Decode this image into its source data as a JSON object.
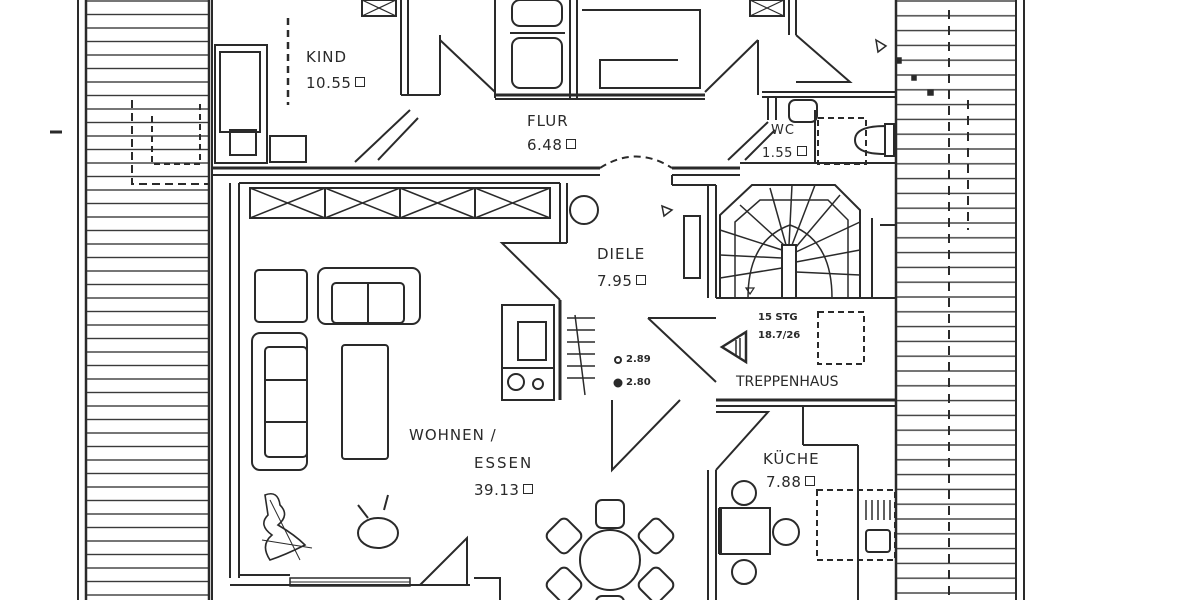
{
  "plan": {
    "type": "floor-plan",
    "language": "de",
    "line_color": "#2a2a2a",
    "background": "#ffffff"
  },
  "rooms": {
    "kind": {
      "name": "KIND",
      "area": "10.55"
    },
    "flur": {
      "name": "FLUR",
      "area": "6.48"
    },
    "wc": {
      "name": "WC",
      "area": "1.55"
    },
    "diele": {
      "name": "DIELE",
      "area": "7.95"
    },
    "wohnen": {
      "name_line1": "WOHNEN /",
      "name_line2": "ESSEN",
      "area": "39.13"
    },
    "kueche": {
      "name": "KÜCHE",
      "area": "7.88"
    },
    "treppenhaus": {
      "name": "TREPPENHAUS",
      "steps": "15 STG",
      "ratio": "18.7/26"
    }
  },
  "annotations": {
    "ceiling_height_open": "2.89",
    "ceiling_height_filled": "2.80"
  },
  "icons": {
    "area_unit": "square-icon",
    "stair_direction": "triangle-arrow-icon"
  }
}
